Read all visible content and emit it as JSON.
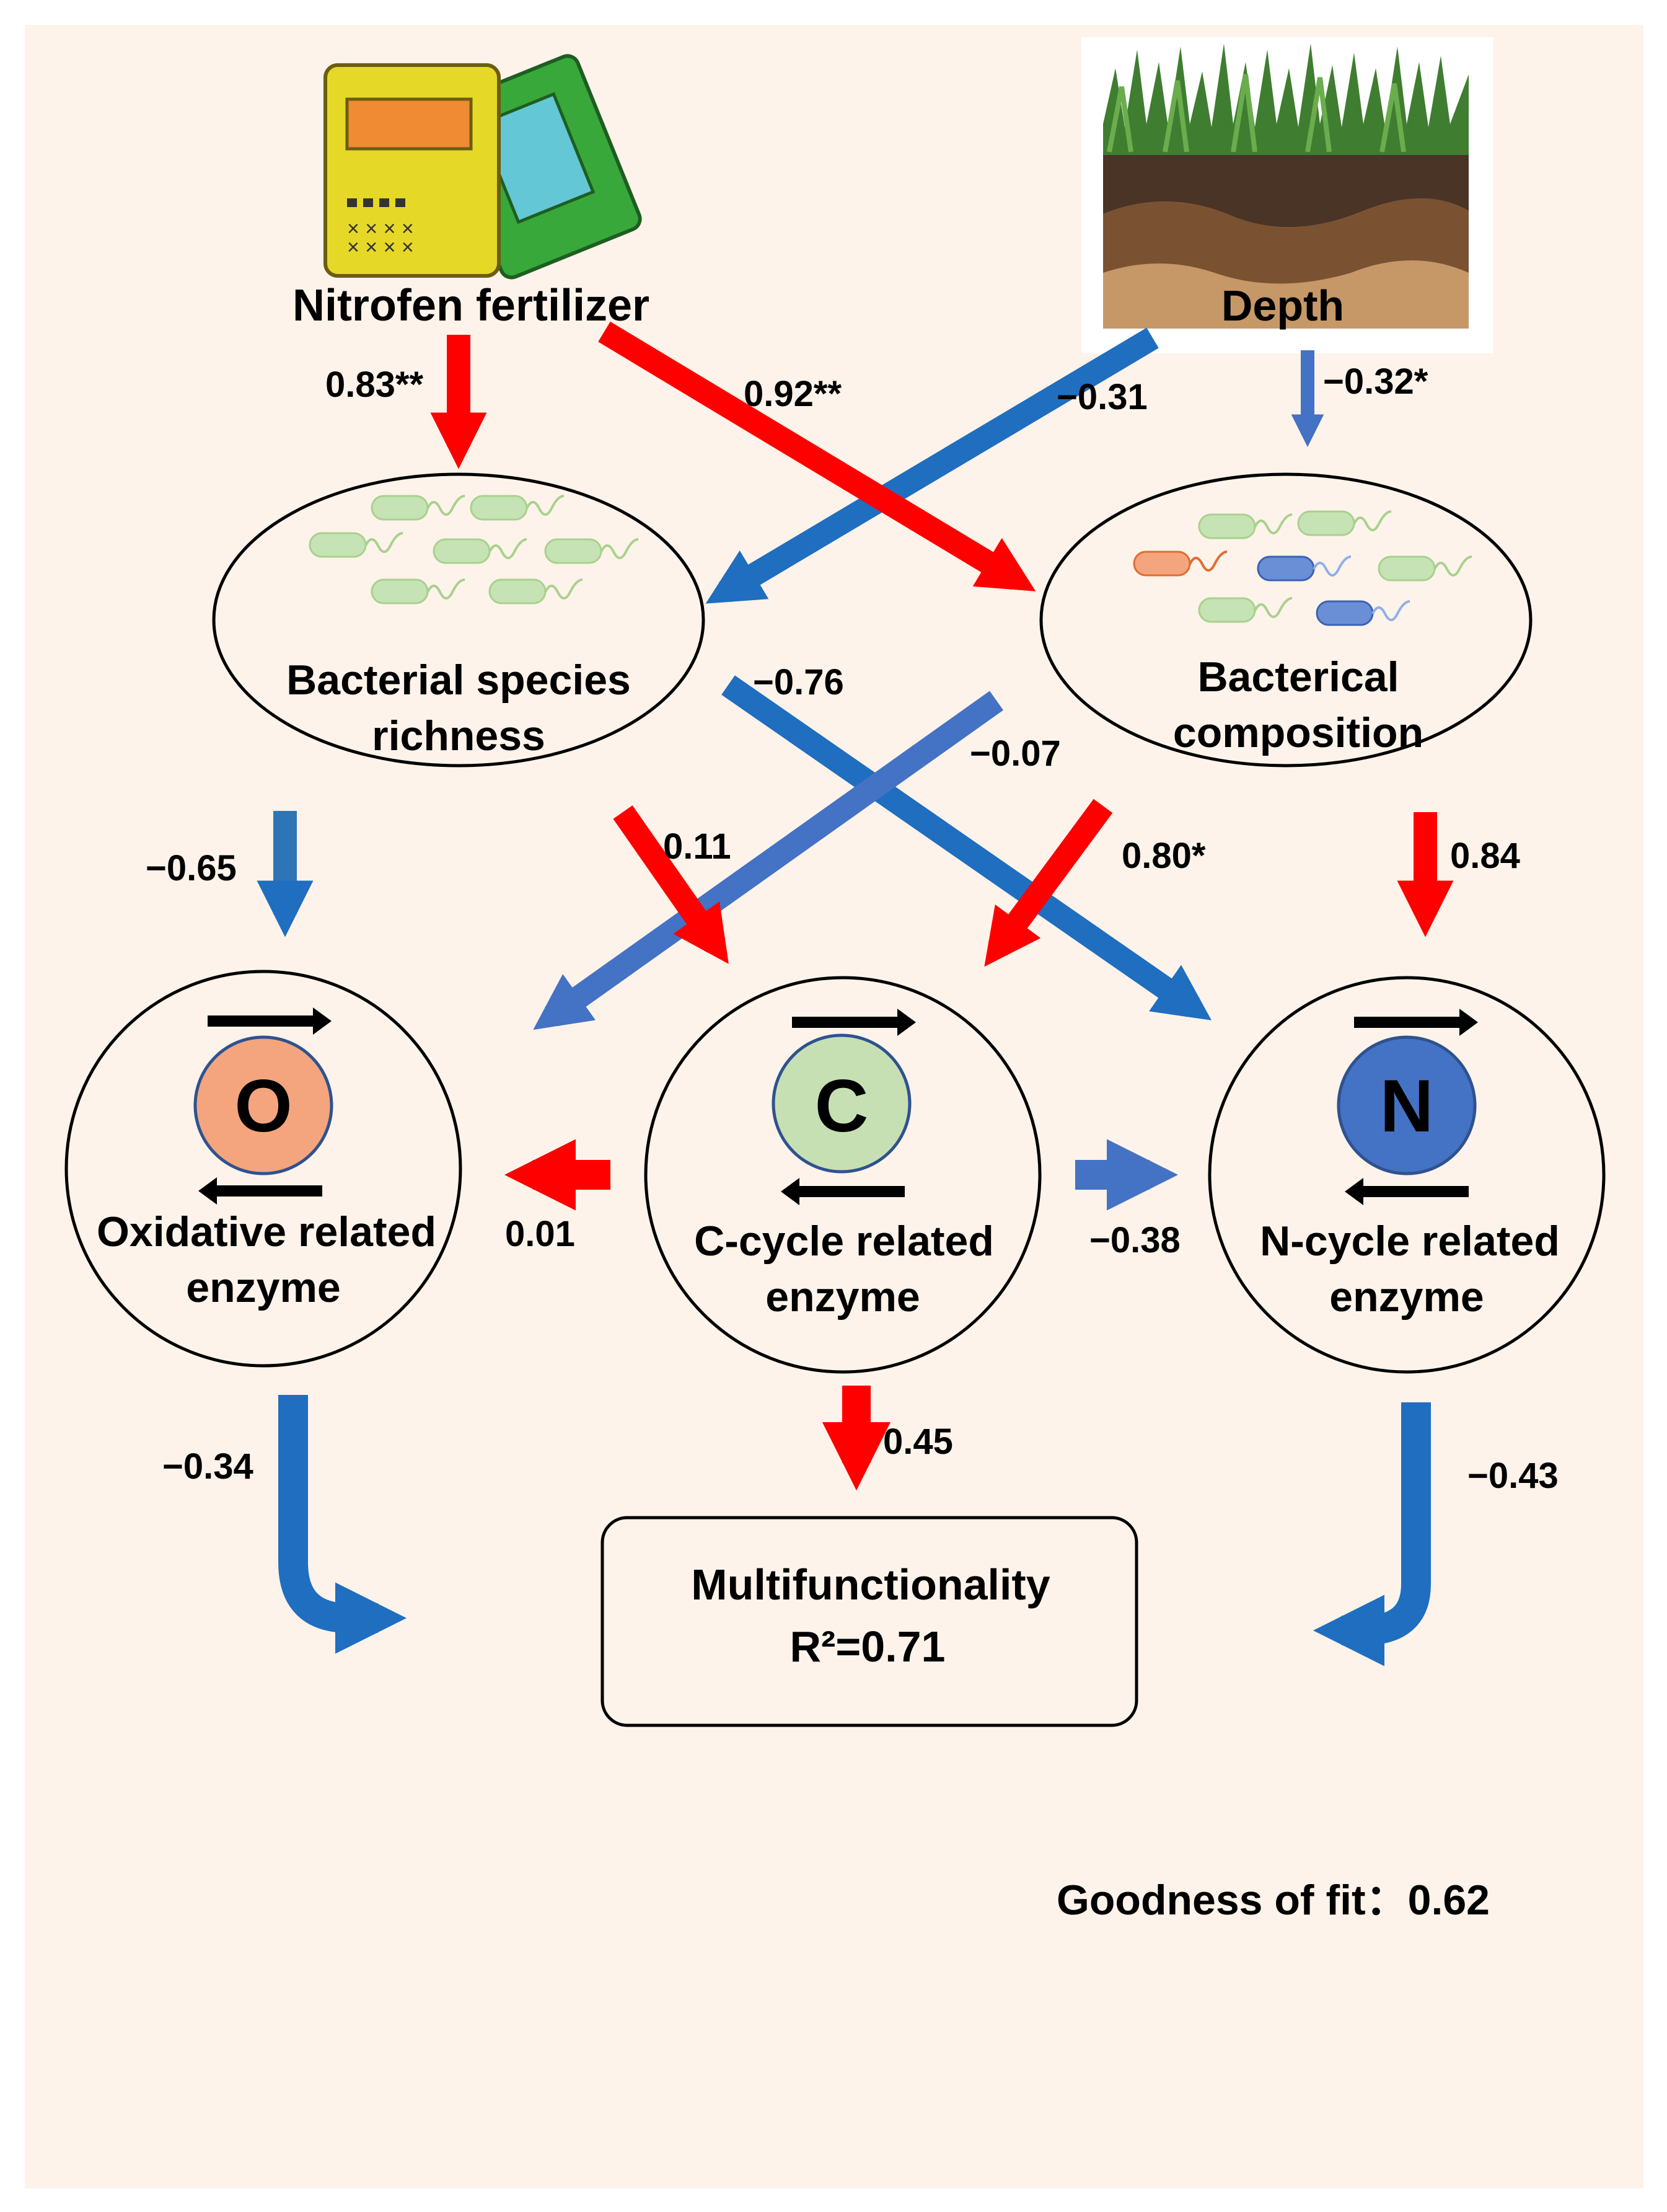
{
  "nodes": {
    "fertilizer": "Nitrofen fertilizer",
    "depth": "Depth",
    "richness_l1": "Bacterial species",
    "richness_l2": "richness",
    "composition_l1": "Bacterical",
    "composition_l2": "composition",
    "oxidative_letter": "O",
    "oxidative_l1": "Oxidative related",
    "oxidative_l2": "enzyme",
    "ccycle_letter": "C",
    "ccycle_l1": "C-cycle related",
    "ccycle_l2": "enzyme",
    "ncycle_letter": "N",
    "ncycle_l1": "N-cycle related",
    "ncycle_l2": "enzyme",
    "multi_l1": "Multifunctionality",
    "multi_l2": "R²=0.71"
  },
  "paths": {
    "fert_richness": "0.83**",
    "fert_composition": "0.92**",
    "depth_richness": "−0.31",
    "depth_composition": "−0.32*",
    "richness_ncycle": "−0.76",
    "composition_oxidative": "−0.07",
    "richness_oxidative": "−0.65",
    "richness_ccycle": "0.11",
    "composition_ccycle": "0.80*",
    "composition_ncycle": "0.84",
    "ccycle_oxidative": "0.01",
    "ccycle_ncycle": "−0.38",
    "oxidative_multi": "−0.34",
    "ccycle_multi": "0.45",
    "ncycle_multi": "−0.43"
  },
  "fit": "Goodness of fit：0.62",
  "colors": {
    "background": "#fdf3ea",
    "positive": "#fe0000",
    "negative": "#1f6ec0",
    "negative_light": "#4472c4",
    "oxidative": "#f4a57e",
    "ccycle": "#c6e0b4",
    "ncycle": "#4472c4"
  }
}
